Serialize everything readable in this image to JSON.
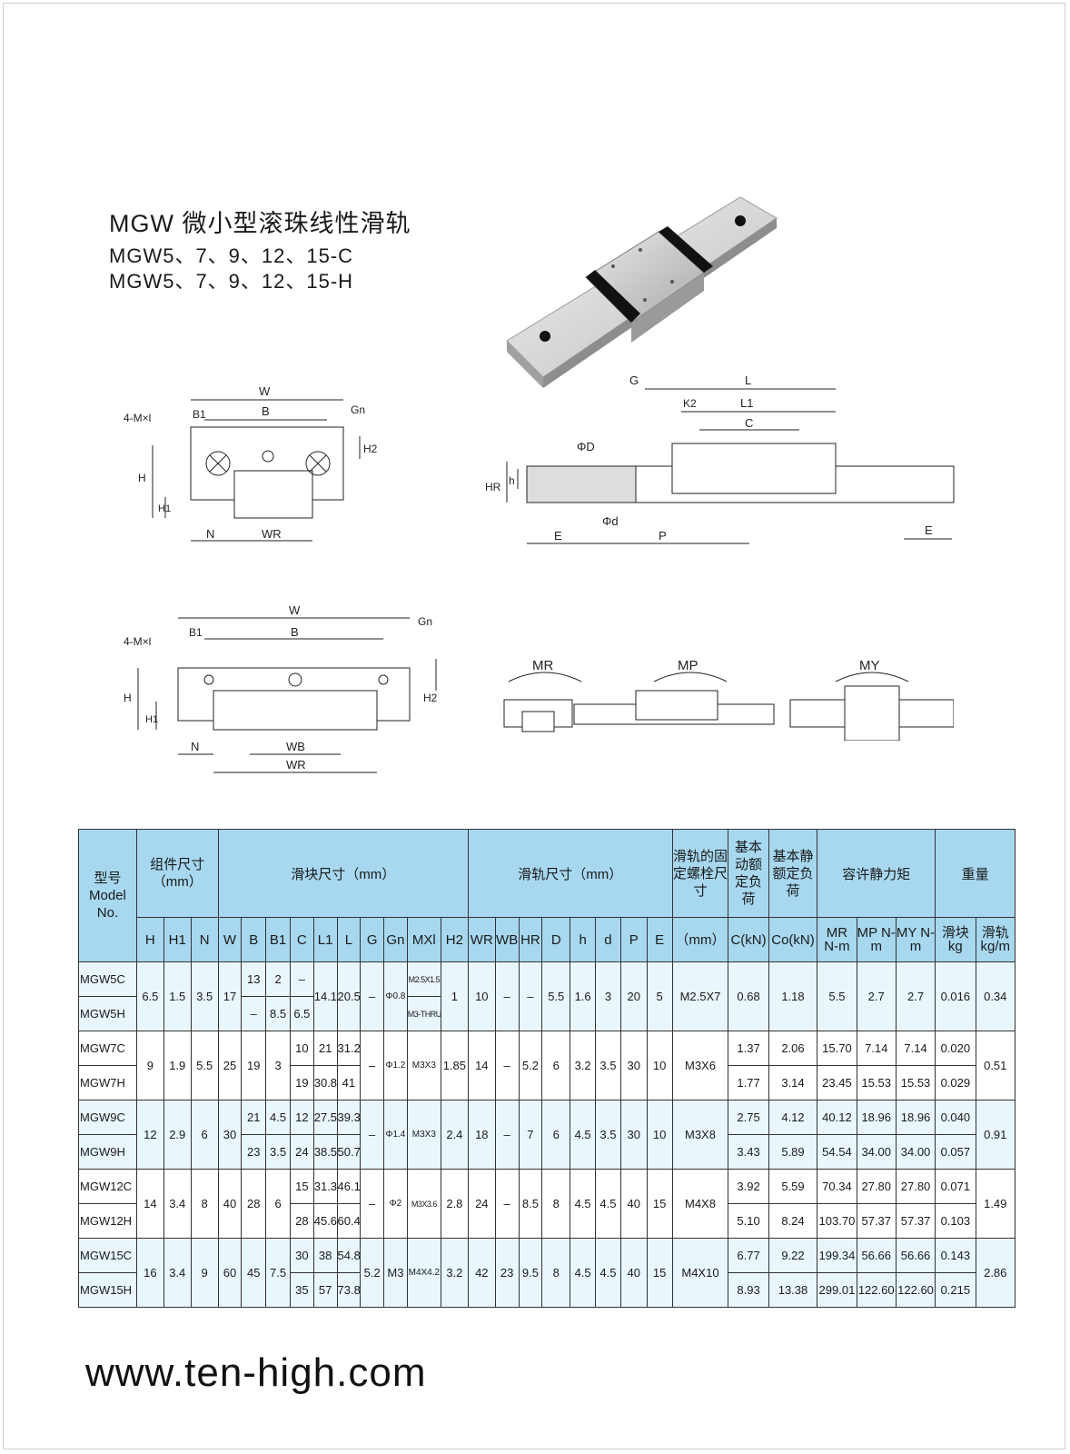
{
  "header": {
    "title": "MGW 微小型滚珠线性滑轨",
    "subtitle1": "MGW5、7、9、12、15-C",
    "subtitle2": "MGW5、7、9、12、15-H"
  },
  "diagrams": {
    "front_view": {
      "labels": [
        "W",
        "B",
        "4-M×l",
        "B1",
        "Gn",
        "H2",
        "H",
        "H1",
        "N",
        "WR"
      ]
    },
    "side_view": {
      "labels": [
        "G",
        "L",
        "K2",
        "L1",
        "C",
        "ΦD",
        "h",
        "HR",
        "Φd",
        "E",
        "P",
        "E"
      ]
    },
    "wide_view": {
      "labels": [
        "W",
        "B1",
        "B",
        "Gn",
        "4-M×l",
        "H",
        "H1",
        "H2",
        "N",
        "WB",
        "WR"
      ]
    },
    "moments": {
      "labels": [
        "MR",
        "MP",
        "MY"
      ]
    }
  },
  "table": {
    "group_headers": {
      "model": "型号 Model No.",
      "assembly": "组件尺寸（mm）",
      "block": "滑块尺寸（mm）",
      "rail": "滑轨尺寸（mm）",
      "bolt": "滑轨的固定螺栓尺寸",
      "dyn": "基本动额定负荷",
      "stat": "基本静额定负荷",
      "moment": "容许静力矩",
      "weight": "重量"
    },
    "sub_headers": {
      "H": "H",
      "H1": "H1",
      "N": "N",
      "W": "W",
      "B": "B",
      "B1": "B1",
      "C": "C",
      "L1": "L1",
      "L": "L",
      "G": "G",
      "Gn": "Gn",
      "MXl": "MXl",
      "H2": "H2",
      "WR": "WR",
      "WB": "WB",
      "HR": "HR",
      "D": "D",
      "h": "h",
      "d": "d",
      "P": "P",
      "E": "E",
      "bolt": "（mm）",
      "C_kN": "C(kN)",
      "C0_kN": "Co(kN)",
      "MR": "MR N-m",
      "MP": "MP N-m",
      "MY": "MY N-m",
      "block_kg": "滑块 kg",
      "rail_kgm": "滑轨 kg/m"
    },
    "mgw5": {
      "modelC": "MGW5C",
      "modelH": "MGW5H",
      "H": "6.5",
      "H1": "1.5",
      "N": "3.5",
      "W": "17",
      "B_C": "13",
      "B_H": "–",
      "B1_C": "2",
      "B1_H": "8.5",
      "C_C": "–",
      "C_H": "6.5",
      "L1": "14.1",
      "L": "20.5",
      "G": "–",
      "Gn": "Φ0.8",
      "MXl_C": "M2.5X1.5",
      "MXl_H": "M3-THRU",
      "H2": "1",
      "WR": "10",
      "WB": "–",
      "HR": "–",
      "D": "5.5",
      "h": "1.6",
      "d": "3",
      "P": "20",
      "E": "5",
      "bolt": "M2.5X7",
      "Cdyn": "0.68",
      "Cstat": "1.18",
      "MR": "5.5",
      "MP": "2.7",
      "MY": "2.7",
      "block_kg": "0.016",
      "rail_kgm": "0.34"
    },
    "mgw7": {
      "modelC": "MGW7C",
      "modelH": "MGW7H",
      "H": "9",
      "H1": "1.9",
      "N": "5.5",
      "W": "25",
      "B": "19",
      "B1": "3",
      "C_C": "10",
      "C_H": "19",
      "L1_C": "21",
      "L1_H": "30.8",
      "L_C": "31.2",
      "L_H": "41",
      "G": "–",
      "Gn": "Φ1.2",
      "MXl": "M3X3",
      "H2": "1.85",
      "WR": "14",
      "WB": "–",
      "HR": "5.2",
      "D": "6",
      "h": "3.2",
      "d": "3.5",
      "P": "30",
      "E": "10",
      "bolt": "M3X6",
      "Cdyn_C": "1.37",
      "Cdyn_H": "1.77",
      "Cstat_C": "2.06",
      "Cstat_H": "3.14",
      "MR_C": "15.70",
      "MR_H": "23.45",
      "MP_C": "7.14",
      "MP_H": "15.53",
      "MY_C": "7.14",
      "MY_H": "15.53",
      "kg_C": "0.020",
      "kg_H": "0.029",
      "rail_kgm": "0.51"
    },
    "mgw9": {
      "modelC": "MGW9C",
      "modelH": "MGW9H",
      "H": "12",
      "H1": "2.9",
      "N": "6",
      "W": "30",
      "B_C": "21",
      "B_H": "23",
      "B1_C": "4.5",
      "B1_H": "3.5",
      "C_C": "12",
      "C_H": "24",
      "L1_C": "27.5",
      "L1_H": "38.5",
      "L_C": "39.3",
      "L_H": "50.7",
      "G": "–",
      "Gn": "Φ1.4",
      "MXl": "M3X3",
      "H2": "2.4",
      "WR": "18",
      "WB": "–",
      "HR": "7",
      "D": "6",
      "h": "4.5",
      "d": "3.5",
      "P": "30",
      "E": "10",
      "bolt": "M3X8",
      "Cdyn_C": "2.75",
      "Cdyn_H": "3.43",
      "Cstat_C": "4.12",
      "Cstat_H": "5.89",
      "MR_C": "40.12",
      "MR_H": "54.54",
      "MP_C": "18.96",
      "MP_H": "34.00",
      "MY_C": "18.96",
      "MY_H": "34.00",
      "kg_C": "0.040",
      "kg_H": "0.057",
      "rail_kgm": "0.91"
    },
    "mgw12": {
      "modelC": "MGW12C",
      "modelH": "MGW12H",
      "H": "14",
      "H1": "3.4",
      "N": "8",
      "W": "40",
      "B": "28",
      "B1": "6",
      "C_C": "15",
      "C_H": "28",
      "L1_C": "31.3",
      "L1_H": "45.6",
      "L_C": "46.1",
      "L_H": "60.4",
      "G": "–",
      "Gn": "Φ2",
      "MXl": "M3X3.6",
      "H2": "2.8",
      "WR": "24",
      "WB": "–",
      "HR": "8.5",
      "D": "8",
      "h": "4.5",
      "d": "4.5",
      "P": "40",
      "E": "15",
      "bolt": "M4X8",
      "Cdyn_C": "3.92",
      "Cdyn_H": "5.10",
      "Cstat_C": "5.59",
      "Cstat_H": "8.24",
      "MR_C": "70.34",
      "MR_H": "103.70",
      "MP_C": "27.80",
      "MP_H": "57.37",
      "MY_C": "27.80",
      "MY_H": "57.37",
      "kg_C": "0.071",
      "kg_H": "0.103",
      "rail_kgm": "1.49"
    },
    "mgw15": {
      "modelC": "MGW15C",
      "modelH": "MGW15H",
      "H": "16",
      "H1": "3.4",
      "N": "9",
      "W": "60",
      "B": "45",
      "B1": "7.5",
      "C_C": "30",
      "C_H": "35",
      "L1_C": "38",
      "L1_H": "57",
      "L_C": "54.8",
      "L_H": "73.8",
      "G": "5.2",
      "Gn": "M3",
      "MXl": "M4X4.2",
      "H2": "3.2",
      "WR": "42",
      "WB": "23",
      "HR": "9.5",
      "D": "8",
      "h": "4.5",
      "d": "4.5",
      "P": "40",
      "E": "15",
      "bolt": "M4X10",
      "Cdyn_C": "6.77",
      "Cdyn_H": "8.93",
      "Cstat_C": "9.22",
      "Cstat_H": "13.38",
      "MR_C": "199.34",
      "MR_H": "299.01",
      "MP_C": "56.66",
      "MP_H": "122.60",
      "MY_C": "56.66",
      "MY_H": "122.60",
      "kg_C": "0.143",
      "kg_H": "0.215",
      "rail_kgm": "2.86"
    }
  },
  "footer": {
    "website": "www.ten-high.com"
  }
}
